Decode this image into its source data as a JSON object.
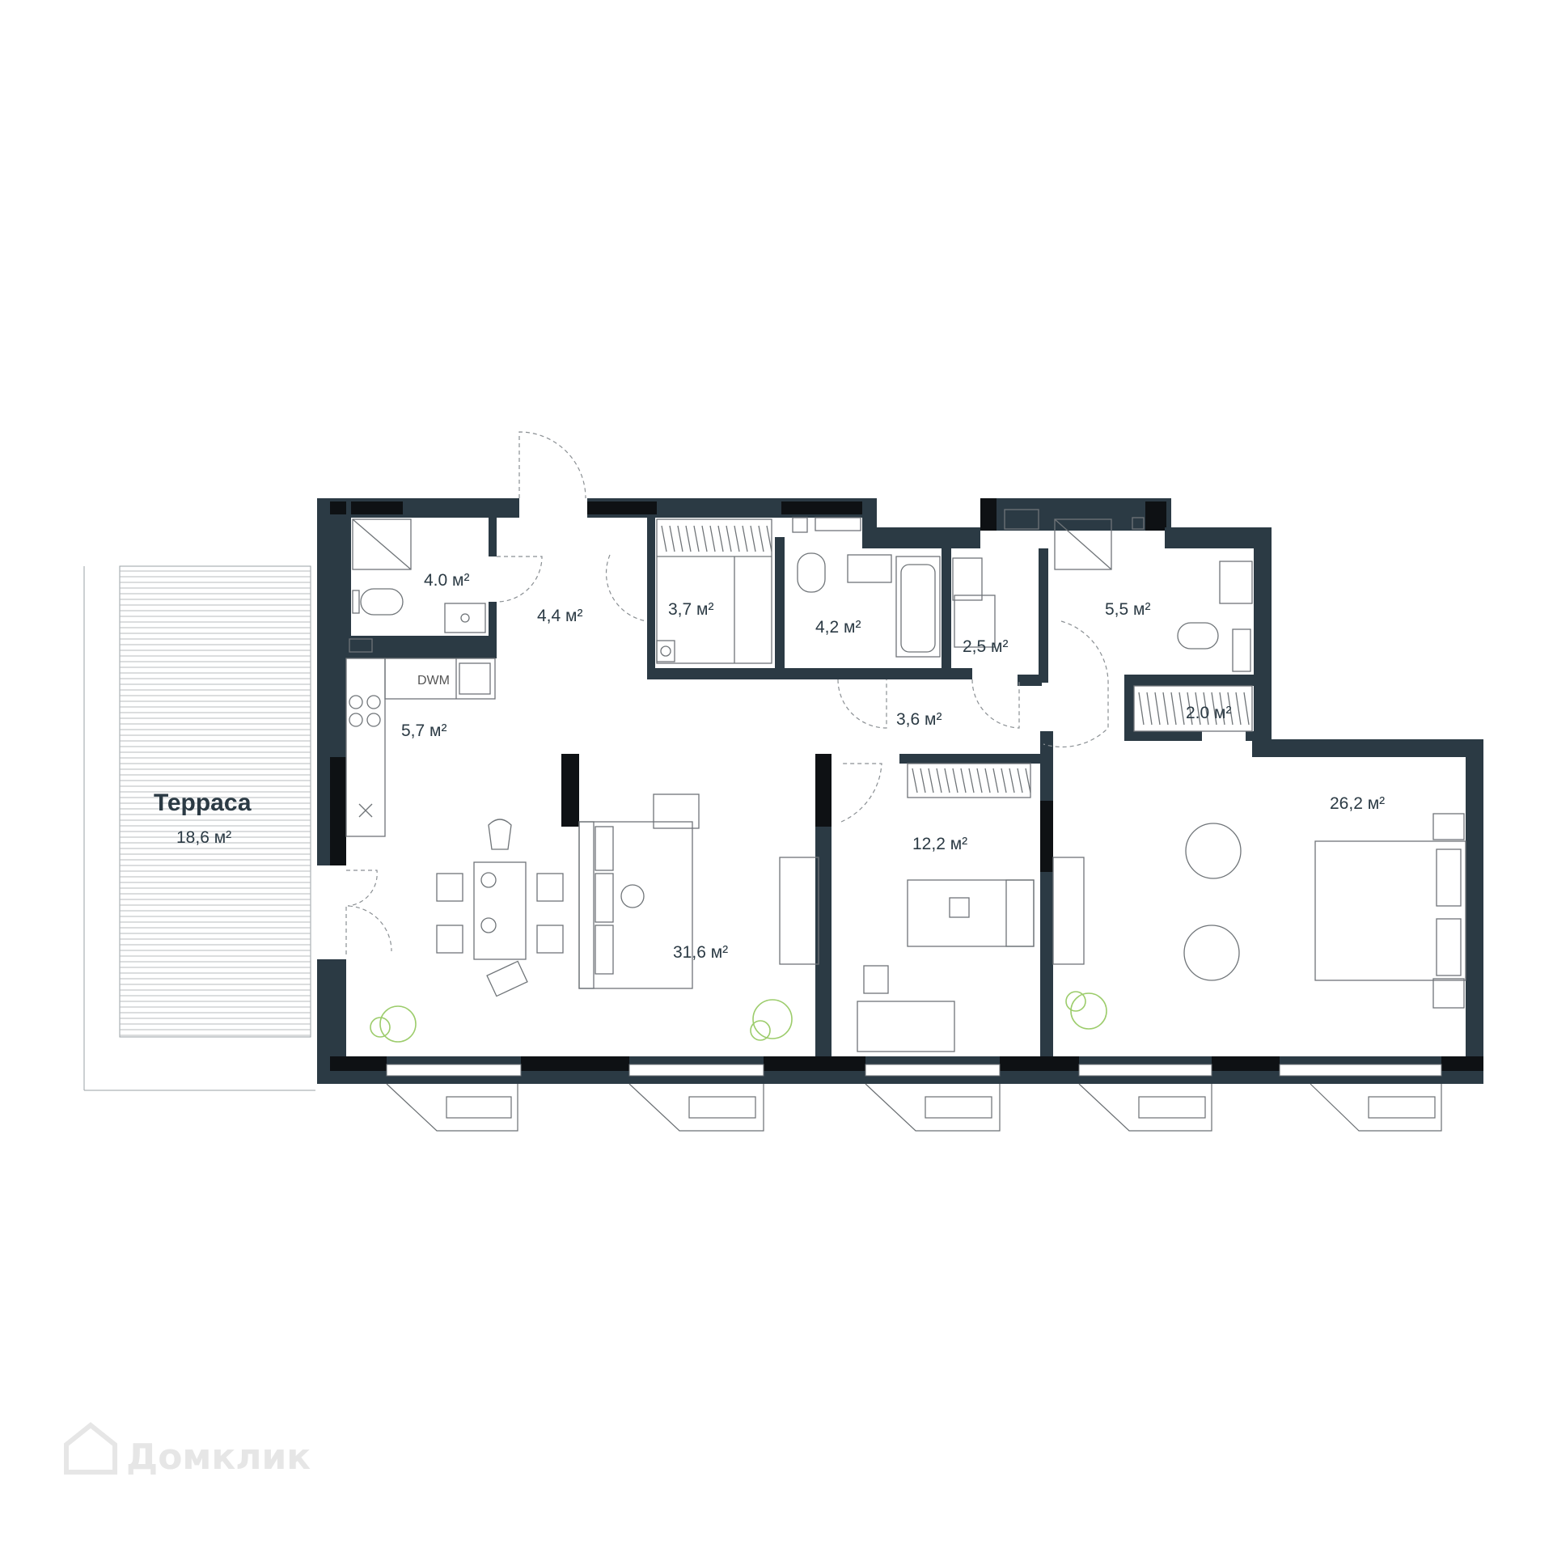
{
  "watermark": {
    "brand": "Домклик",
    "icon": "house-logo-icon"
  },
  "rooms": {
    "terrace": {
      "name": "Терраса",
      "area": "18,6 м²"
    },
    "bathroom_1": {
      "area": "4.0 м²"
    },
    "hall": {
      "area": "4,4 м²"
    },
    "wardrobe_1": {
      "area": "3,7 м²"
    },
    "bathroom_2": {
      "area": "4,2 м²"
    },
    "toilet": {
      "area": "2,5 м²"
    },
    "bathroom_3": {
      "area": "5,5 м²"
    },
    "kitchen": {
      "area": "5,7 м²"
    },
    "corridor": {
      "area": "3,6 м²"
    },
    "wardrobe_2": {
      "area": "2.0 м²"
    },
    "living_room": {
      "area": "31,6 м²"
    },
    "bedroom_1": {
      "area": "12,2 м²"
    },
    "bedroom_2": {
      "area": "26,2 м²"
    }
  },
  "appliances": {
    "dishwasher": "DWM"
  },
  "colors": {
    "wall": "#2b3a44",
    "wall_dark": "#0e1114",
    "plant": "#9ccc6b",
    "line": "#6a6f73"
  }
}
